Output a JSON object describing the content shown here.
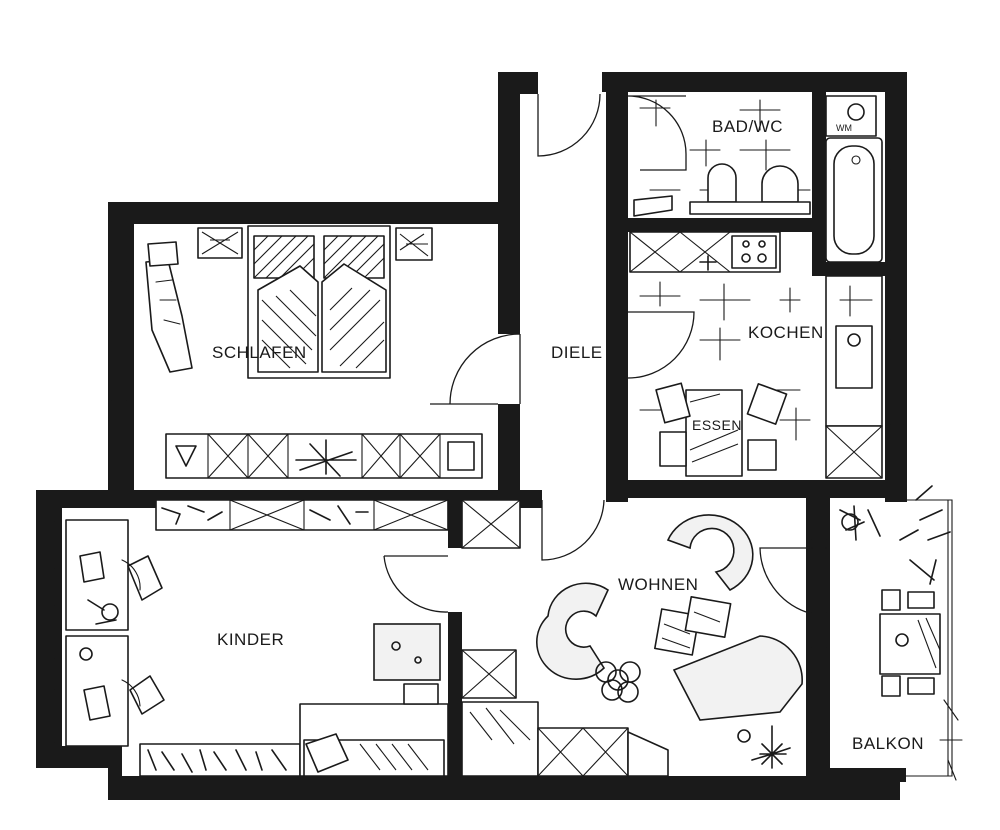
{
  "floor_plan": {
    "rooms": {
      "schlafen": "SCHLAFEN",
      "diele": "DIELE",
      "bad_wc": "BAD/WC",
      "kochen": "KOCHEN",
      "essen": "ESSEN",
      "kinder": "KINDER",
      "wohnen": "WOHNEN",
      "balkon": "BALKON"
    },
    "appliance_labels": {
      "washing_machine": "WM"
    },
    "colors": {
      "ink": "#1a1a1a",
      "paper": "#ffffff"
    }
  }
}
